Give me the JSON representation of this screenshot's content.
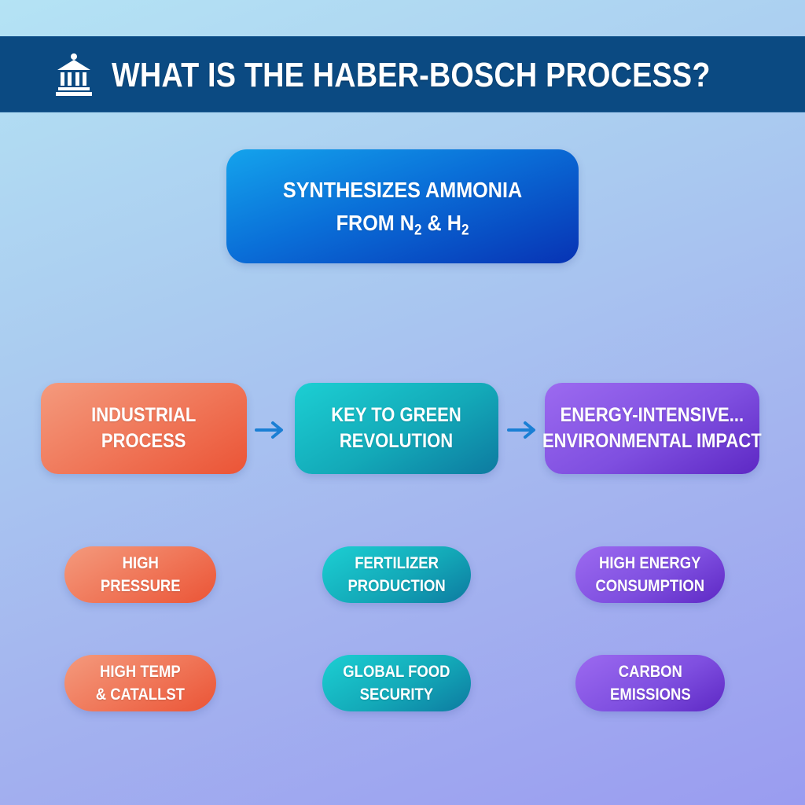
{
  "header": {
    "icon": "bank-building-icon",
    "title": "WHAT IS THE HABER-BOSCH PROCESS?"
  },
  "summary": {
    "line1": "SYNTHESIZES AMMONIA",
    "line2_prefix": "FROM N",
    "line2_sub1": "2",
    "line2_mid": " & H",
    "line2_sub2": "2"
  },
  "flow": [
    {
      "line1": "INDUSTRIAL",
      "line2": "PROCESS",
      "color": "#f0785a"
    },
    {
      "line1": "KEY TO GREEN",
      "line2": "REVOLUTION",
      "color": "#13a9b8"
    },
    {
      "line1": "ENERGY-INTENSIVE...",
      "line2": "ENVIRONMENTAL IMPACT",
      "color": "#7f4fe0"
    }
  ],
  "arrows": [
    "arrow-right-icon",
    "arrow-right-icon"
  ],
  "arrow_color": "#1a7fd4",
  "details": [
    [
      {
        "line1": "HIGH",
        "line2": "PRESSURE"
      },
      {
        "line1": "HIGH TEMP",
        "line2": "& CATALLST"
      }
    ],
    [
      {
        "line1": "FERTILIZER",
        "line2": "PRODUCTION"
      },
      {
        "line1": "GLOBAL FOOD",
        "line2": "SECURITY"
      }
    ],
    [
      {
        "line1": "HIGH ENERGY",
        "line2": "CONSUMPTION"
      },
      {
        "line1": "CARBON",
        "line2": "EMISSIONS"
      }
    ]
  ],
  "colors": {
    "header_bg": "#0b4a82",
    "summary_box": "#0a6fd8",
    "orange": "#f0785a",
    "teal": "#13a9b8",
    "purple": "#7f4fe0"
  }
}
